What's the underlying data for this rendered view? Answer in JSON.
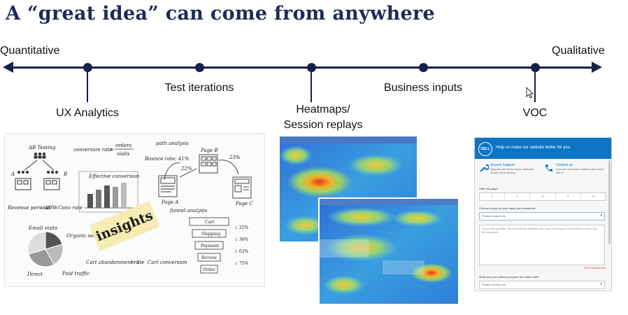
{
  "slide": {
    "title": "A “great idea” can come from anywhere",
    "left_end_label": "Quantitative",
    "right_end_label": "Qualitative"
  },
  "spectrum": {
    "milestones": [
      {
        "label": "UX Analytics"
      },
      {
        "label": "Test iterations"
      },
      {
        "label": "Heatmaps/"
      },
      {
        "label": "Session replays"
      },
      {
        "label": "Business inputs"
      },
      {
        "label": "VOC"
      }
    ]
  },
  "analytics_sketch": {
    "ab_testing": "AB Testing",
    "a": "A",
    "b": "B",
    "conversion_rate": "conversion rate",
    "equals": "=",
    "orders": "orders",
    "visits": "visits",
    "path_analysis": "path analysis",
    "bounce_rate": "Bounce rate: 41%",
    "page_a": "Page A",
    "page_b": "Page B",
    "page_c": "Page C",
    "pct_22": "22%",
    "pct_23": "23%",
    "effective_conversion": "Effective conversion",
    "revenue_per_visit": "Revenue per visit",
    "aov": "AOV",
    "times": "×",
    "conv_rate_short": "Conv rate",
    "funnel_analysis": "funnel analysis",
    "funnel_steps": [
      "Cart",
      "Shipping",
      "Payment",
      "Review",
      "Order"
    ],
    "funnel_drops": [
      "↓ 25%",
      "↓ 36%",
      "↓ 63%",
      "↓ 75%"
    ],
    "insights": "insights",
    "email_visits": "Email visits",
    "organic_search": "Organic search",
    "direct": "Direct",
    "paid_traffic": "Paid traffic",
    "cart_abandonment_rate": "Cart abandonment rate",
    "one": "1",
    "minus": "-",
    "cart_conversion": "Cart conversion"
  },
  "voc_form": {
    "brand": "DELL",
    "header_text": "Help us make our website better for you",
    "access_support": "Access Support",
    "access_support_desc": "Diagnose and resolve issues, download drivers, check warranty",
    "contact_us": "Contact us",
    "contact_us_desc": "Chat with us or find a number to get in touch with us",
    "rate_question": "Rate this page*",
    "ratings": [
      "1",
      "2",
      "3",
      "4",
      "5"
    ],
    "reason_question": "Choose a topic for your rating and comments*",
    "reason_placeholder": "Please choose one",
    "comment_placeholder": "Tell us what you think. This is for website feedback only. If you need support or to contact us please use the links above.",
    "char_count": "2000 characters left",
    "purpose_question": "What was your primary purpose for today's visit?",
    "purpose_placeholder": "Please choose one"
  },
  "colors": {
    "axis": "#15204a",
    "title": "#1f2a56",
    "dell_header": "#0d74c4",
    "insights_badge": "#f6ebb2"
  }
}
